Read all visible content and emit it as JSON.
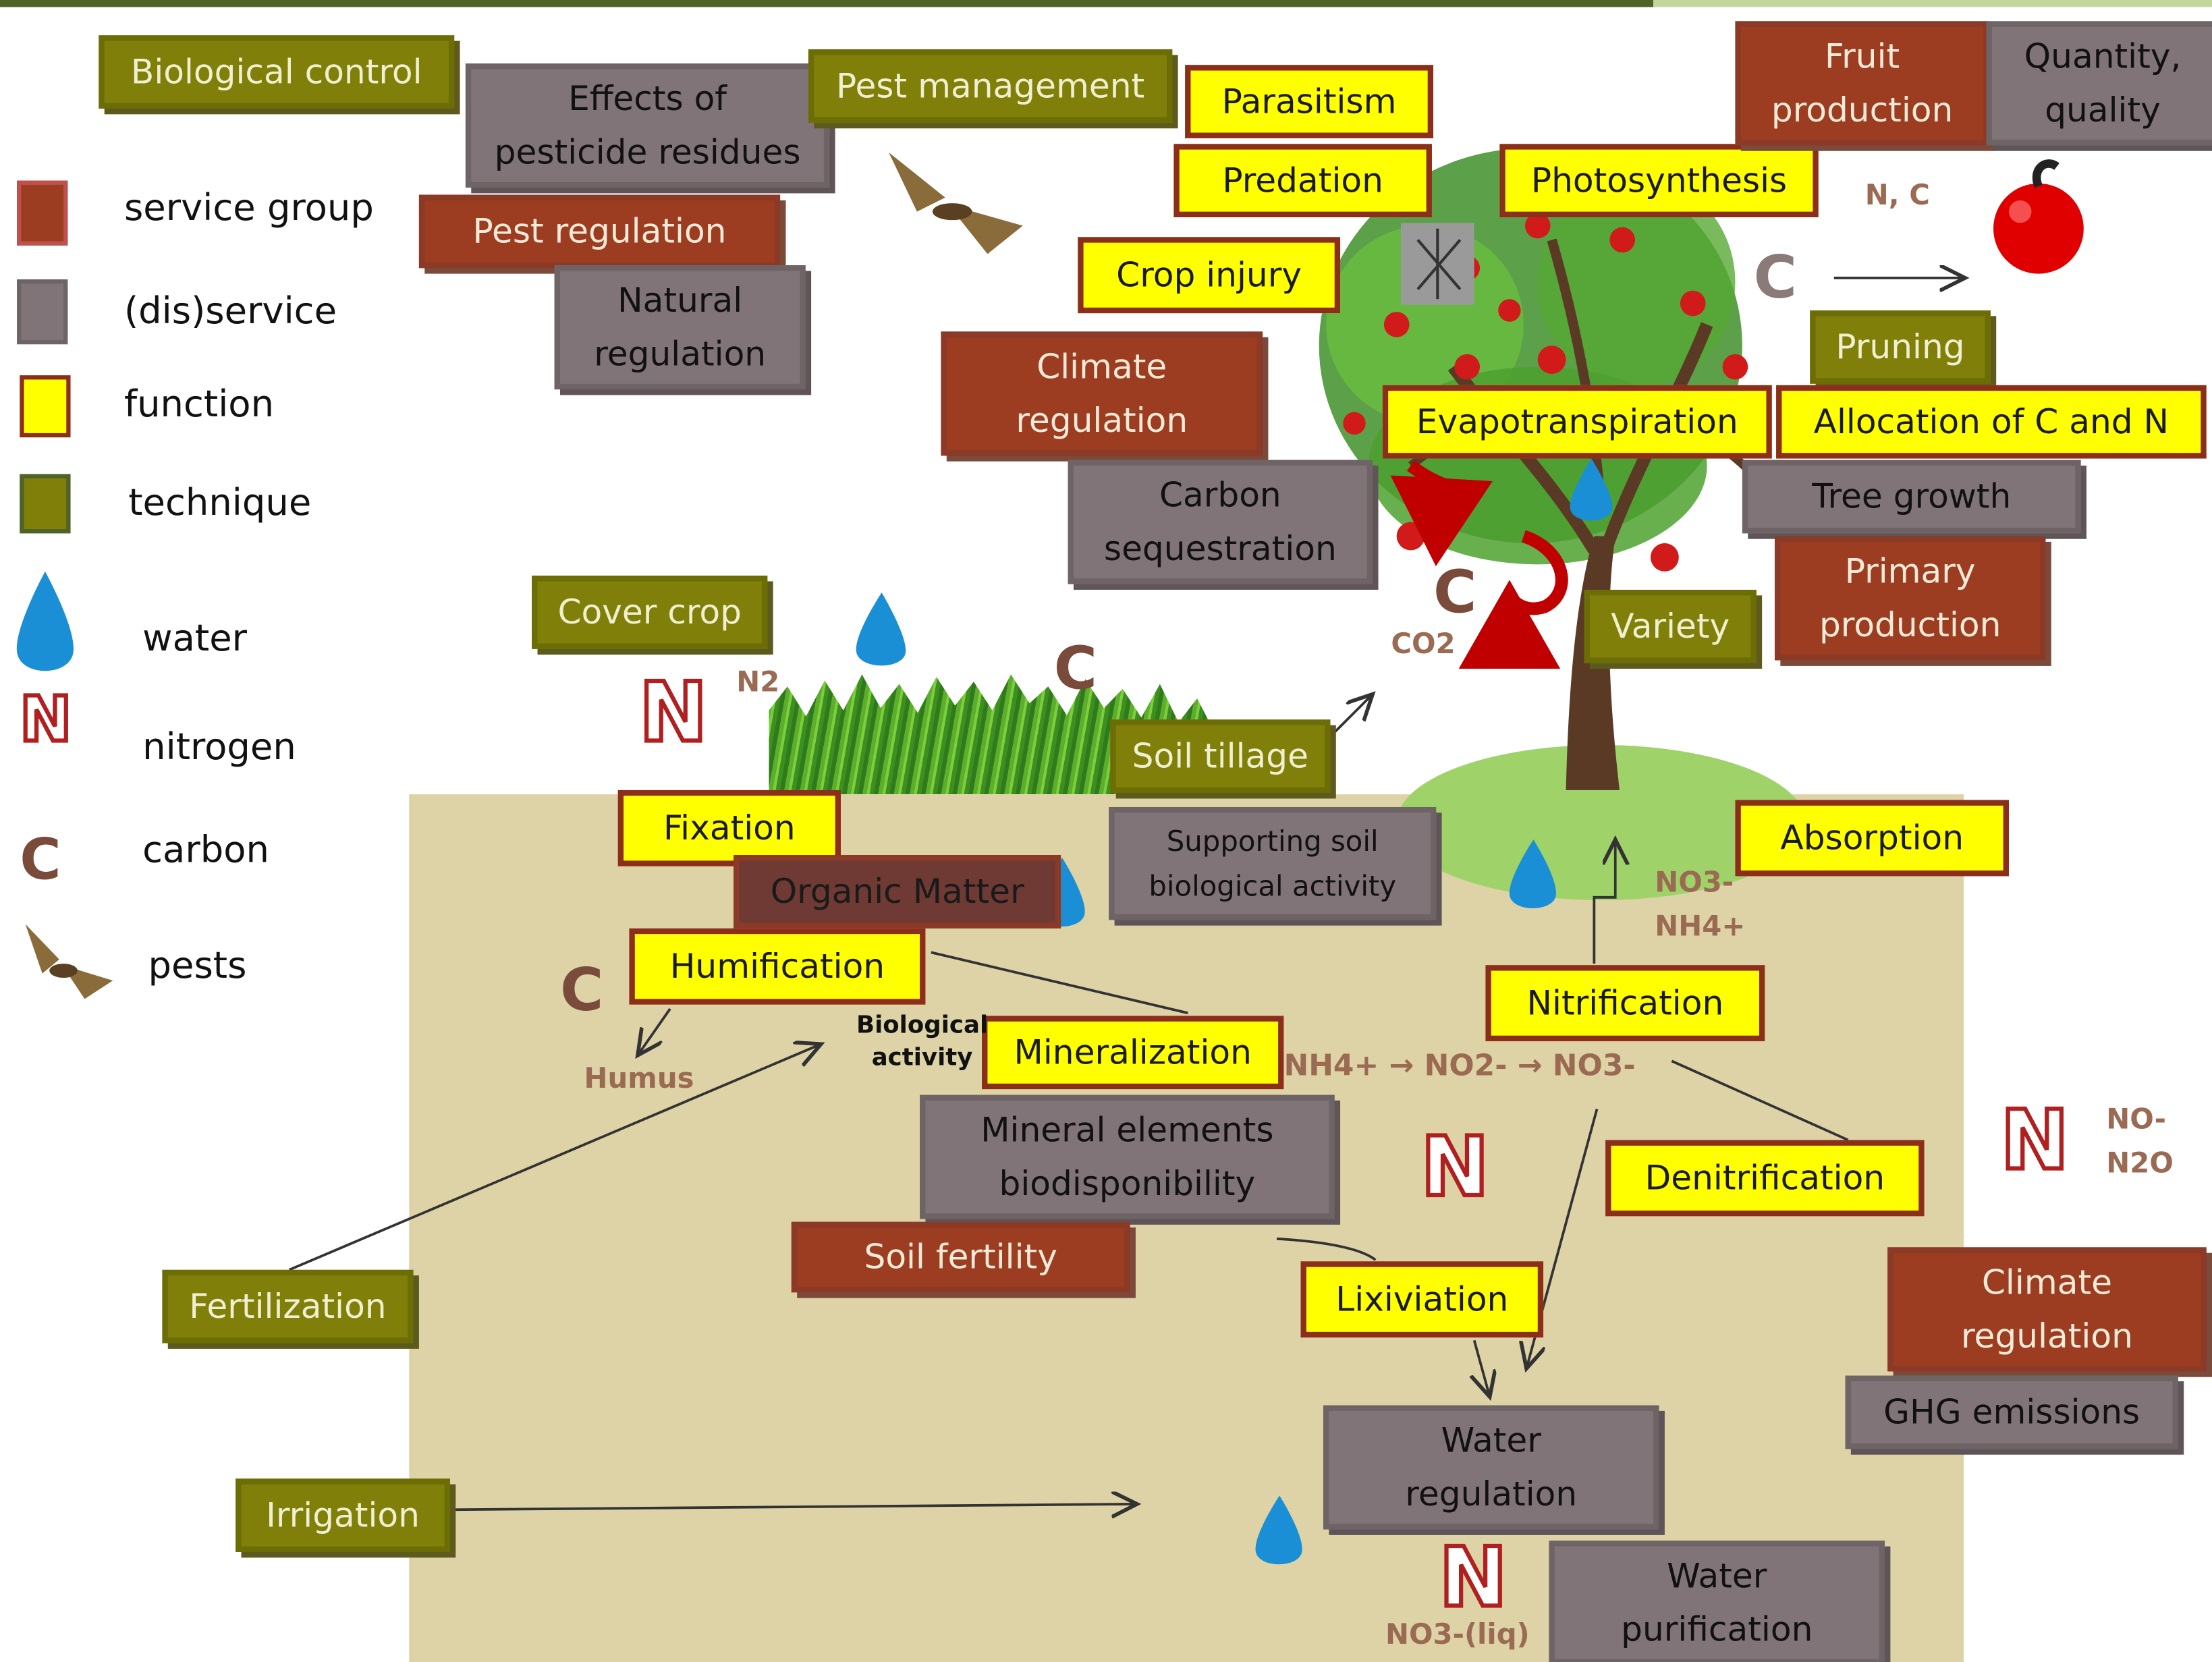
{
  "legend": {
    "service_group": "service group",
    "disservice": "(dis)service",
    "function": "function",
    "technique": "technique",
    "water": "water",
    "nitrogen": "nitrogen",
    "carbon": "carbon",
    "pests": "pests",
    "n_symbol": "N",
    "c_symbol": "C"
  },
  "colors": {
    "service_group": "#9c3c20",
    "disservice": "#807478",
    "function": "#ffff00",
    "technique": "#7f7f0a",
    "soil": "#ddd3a6"
  },
  "boxes": {
    "biological_control": "Biological control",
    "effects_pesticide": "Effects of\npesticide residues",
    "pest_management": "Pest management",
    "parasitism": "Parasitism",
    "predation": "Predation",
    "photosynthesis": "Photosynthesis",
    "fruit_production": "Fruit\nproduction",
    "quantity_quality": "Quantity,\nquality",
    "pest_regulation": "Pest regulation",
    "natural_regulation": "Natural\nregulation",
    "crop_injury": "Crop injury",
    "climate_regulation_top": "Climate\nregulation",
    "pruning": "Pruning",
    "evapotranspiration": "Evapotranspiration",
    "allocation": "Allocation of C and N",
    "carbon_sequestration": "Carbon\nsequestration",
    "tree_growth": "Tree growth",
    "primary_production": "Primary\nproduction",
    "cover_crop": "Cover crop",
    "variety": "Variety",
    "soil_tillage": "Soil tillage",
    "fixation": "Fixation",
    "supporting_soil": "Supporting  soil\nbiological activity",
    "absorption": "Absorption",
    "organic_matter": "Organic Matter",
    "humification": "Humification",
    "nitrification": "Nitrification",
    "mineralization": "Mineralization",
    "mineral_elements": "Mineral elements\nbiodisponibility",
    "denitrification": "Denitrification",
    "soil_fertility": "Soil fertility",
    "lixiviation": "Lixiviation",
    "fertilization": "Fertilization",
    "climate_regulation_bottom": "Climate\nregulation",
    "ghg_emissions": "GHG emissions",
    "water_regulation": "Water\nregulation",
    "irrigation": "Irrigation",
    "water_purification": "Water\npurification"
  },
  "labels": {
    "n_c": "N, C",
    "n2": "N2",
    "co2": "CO2",
    "no3_nh4": "NO3-\nNH4+",
    "bio_activity": "Biological\nactivity",
    "humus": "Humus",
    "nitrogen_chain": "NH4+ → NO2- → NO3-",
    "no_n2o": "NO-\nN2O",
    "no3_liq": "NO3-(liq)",
    "c": "C",
    "n": "N"
  }
}
